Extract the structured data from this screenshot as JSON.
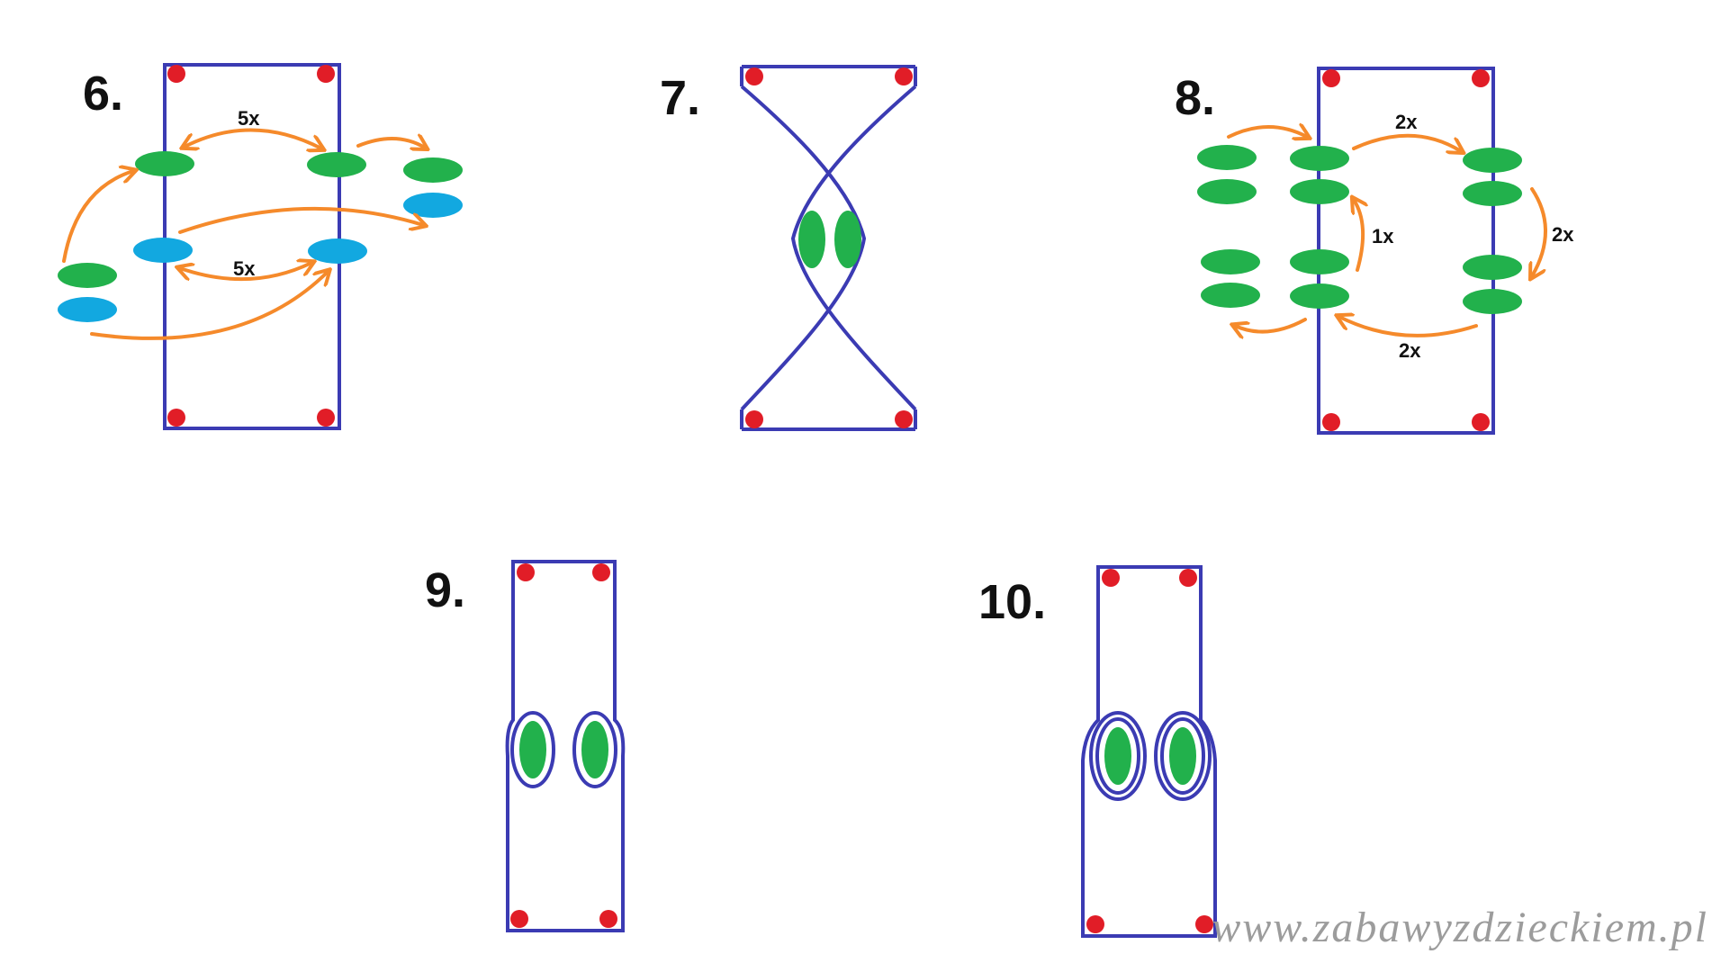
{
  "steps": [
    {
      "number": "6.",
      "labels": [
        "5x",
        "5x"
      ]
    },
    {
      "number": "7.",
      "labels": []
    },
    {
      "number": "8.",
      "labels": [
        "2x",
        "1x",
        "2x",
        "2x"
      ]
    },
    {
      "number": "9.",
      "labels": []
    },
    {
      "number": "10.",
      "labels": []
    }
  ],
  "watermark": "www.zabawyzdzieckiem.pl",
  "colors": {
    "loom_frame": "#3b3bb3",
    "peg": "#e11d27",
    "band_green": "#22b14c",
    "band_blue": "#12a8e0",
    "arrow": "#f58a2b"
  }
}
